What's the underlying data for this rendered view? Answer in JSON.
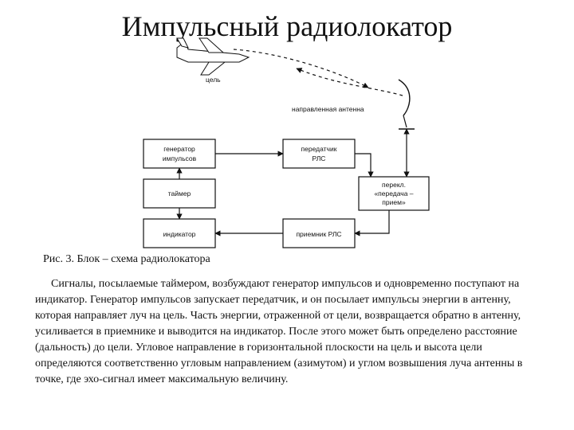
{
  "title": "Импульсный радиолокатор",
  "diagram": {
    "target_label": "цель",
    "antenna_label": "направленная антенна",
    "blocks": {
      "generator": [
        "генератор",
        "импульсов"
      ],
      "transmitter": [
        "передатчик",
        "РЛС"
      ],
      "timer": [
        "таймер"
      ],
      "switch": [
        "перекл.",
        "«передача –",
        "прием»"
      ],
      "indicator": [
        "индикатор"
      ],
      "receiver": [
        "приемник РЛС"
      ]
    }
  },
  "caption": "Рис. 3. Блок – схема радиолокатора",
  "paragraph": "Сигналы, посылаемые таймером, возбуждают генератор импульсов и одновременно поступают на индикатор. Генератор импульсов запускает передатчик, и он посылает импульсы энергии в антенну, которая направляет луч на цель. Часть энергии, отраженной от цели, возвращается обратно в антенну, усиливается в приемнике и выводится на индикатор. После этого может быть определено расстояние (дальность) до цели. Угловое направление в горизонтальной плоскости на цель и высота цели определяются соответственно угловым направлением (азимутом) и углом возвышения луча антенны в точке, где эхо-сигнал имеет максимальную величину."
}
